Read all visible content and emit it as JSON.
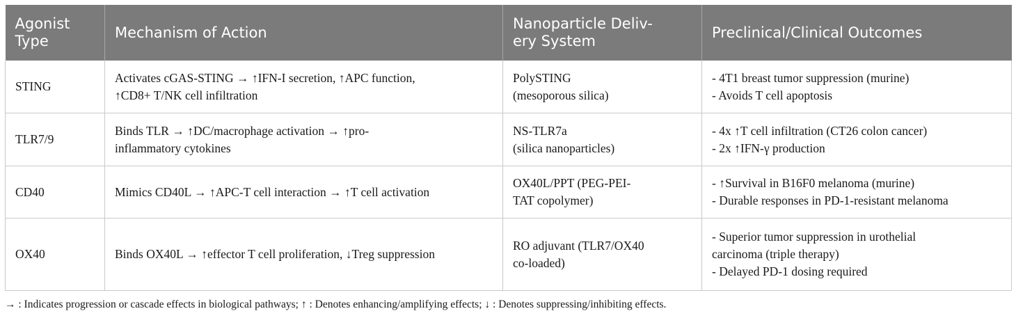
{
  "table": {
    "headers": [
      [
        "Agonist",
        "Type"
      ],
      [
        "Mechanism of Action"
      ],
      [
        "Nanoparticle Deliv-",
        "ery System"
      ],
      [
        "Preclinical/Clinical Outcomes"
      ]
    ],
    "rows": [
      {
        "agonist": "STING",
        "mechanism": [
          "Activates cGAS-STING → ↑IFN-I secretion, ↑APC function,",
          "↑CD8+ T/NK cell infiltration"
        ],
        "delivery": [
          "PolySTING",
          "(mesoporous silica)"
        ],
        "outcomes": [
          "- 4T1 breast tumor suppression (murine)",
          "- Avoids T cell apoptosis"
        ]
      },
      {
        "agonist": "TLR7/9",
        "mechanism": [
          "Binds TLR → ↑DC/macrophage activation → ↑pro-",
          "inflammatory cytokines"
        ],
        "delivery": [
          "NS-TLR7a",
          "(silica nanoparticles)"
        ],
        "outcomes": [
          "- 4x ↑T cell infiltration (CT26 colon cancer)",
          "- 2x ↑IFN-γ production"
        ]
      },
      {
        "agonist": "CD40",
        "mechanism": [
          "Mimics CD40L → ↑APC-T cell interaction → ↑T cell activation"
        ],
        "delivery": [
          "OX40L/PPT (PEG-PEI-",
          "TAT copolymer)"
        ],
        "outcomes": [
          "- ↑Survival in B16F0 melanoma (murine)",
          "- Durable responses in PD-1-resistant melanoma"
        ]
      },
      {
        "agonist": "OX40",
        "mechanism": [
          "Binds OX40L → ↑effector T cell proliferation, ↓Treg suppression"
        ],
        "delivery": [
          "RO adjuvant (TLR7/OX40",
          "co-loaded)"
        ],
        "outcomes": [
          "- Superior tumor suppression in urothelial",
          "carcinoma (triple therapy)",
          "- Delayed PD-1 dosing required"
        ]
      }
    ]
  },
  "footnote": "→ : Indicates progression or cascade effects in biological pathways; ↑ : Denotes enhancing/amplifying effects; ↓ : Denotes suppressing/inhibiting effects."
}
